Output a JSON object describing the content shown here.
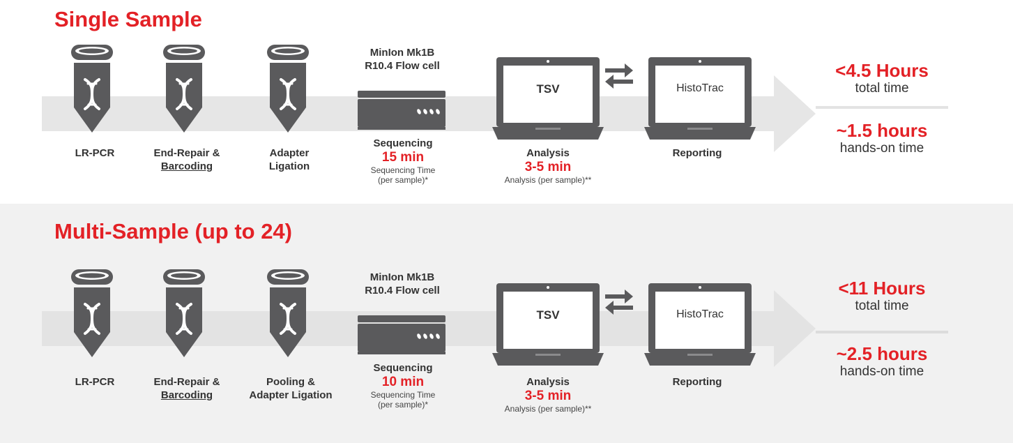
{
  "single": {
    "title": "Single Sample",
    "steps": {
      "lrpcr": "LR-PCR",
      "endrepair_line1": "End-Repair &",
      "endrepair_line2": "Barcoding",
      "adapter_line1": "Adapter",
      "adapter_line2": "Ligation"
    },
    "device": {
      "line1": "MinIon Mk1B",
      "line2": "R10.4 Flow cell"
    },
    "sequencing": {
      "label": "Sequencing",
      "time": "15 min",
      "note1": "Sequencing Time",
      "note2": "(per sample)*"
    },
    "analysis": {
      "screen": "TSV",
      "label": "Analysis",
      "time": "3-5 min",
      "note": "Analysis (per sample)**"
    },
    "reporting": {
      "screen": "HistoTrac",
      "label": "Reporting"
    },
    "totals": {
      "total_value": "<4.5 Hours",
      "total_label": "total time",
      "hands_value": "~1.5 hours",
      "hands_label": "hands-on time"
    }
  },
  "multi": {
    "title": "Multi-Sample (up to 24)",
    "steps": {
      "lrpcr": "LR-PCR",
      "endrepair_line1": "End-Repair &",
      "endrepair_line2": "Barcoding",
      "adapter_line1": "Pooling &",
      "adapter_line2": "Adapter Ligation"
    },
    "device": {
      "line1": "MinIon Mk1B",
      "line2": "R10.4 Flow cell"
    },
    "sequencing": {
      "label": "Sequencing",
      "time": "10 min",
      "note1": "Sequencing Time",
      "note2": "(per sample)*"
    },
    "analysis": {
      "screen": "TSV",
      "label": "Analysis",
      "time": "3-5 min",
      "note": "Analysis (per sample)**"
    },
    "reporting": {
      "screen": "HistoTrac",
      "label": "Reporting"
    },
    "totals": {
      "total_value": "<11 Hours",
      "total_label": "total time",
      "hands_value": "~2.5 hours",
      "hands_label": "hands-on time"
    }
  },
  "colors": {
    "accent_red": "#e32126",
    "icon_gray": "#5a5a5c",
    "arrow_gray": "#e6e6e6",
    "panel_gray": "#f1f1f1"
  }
}
